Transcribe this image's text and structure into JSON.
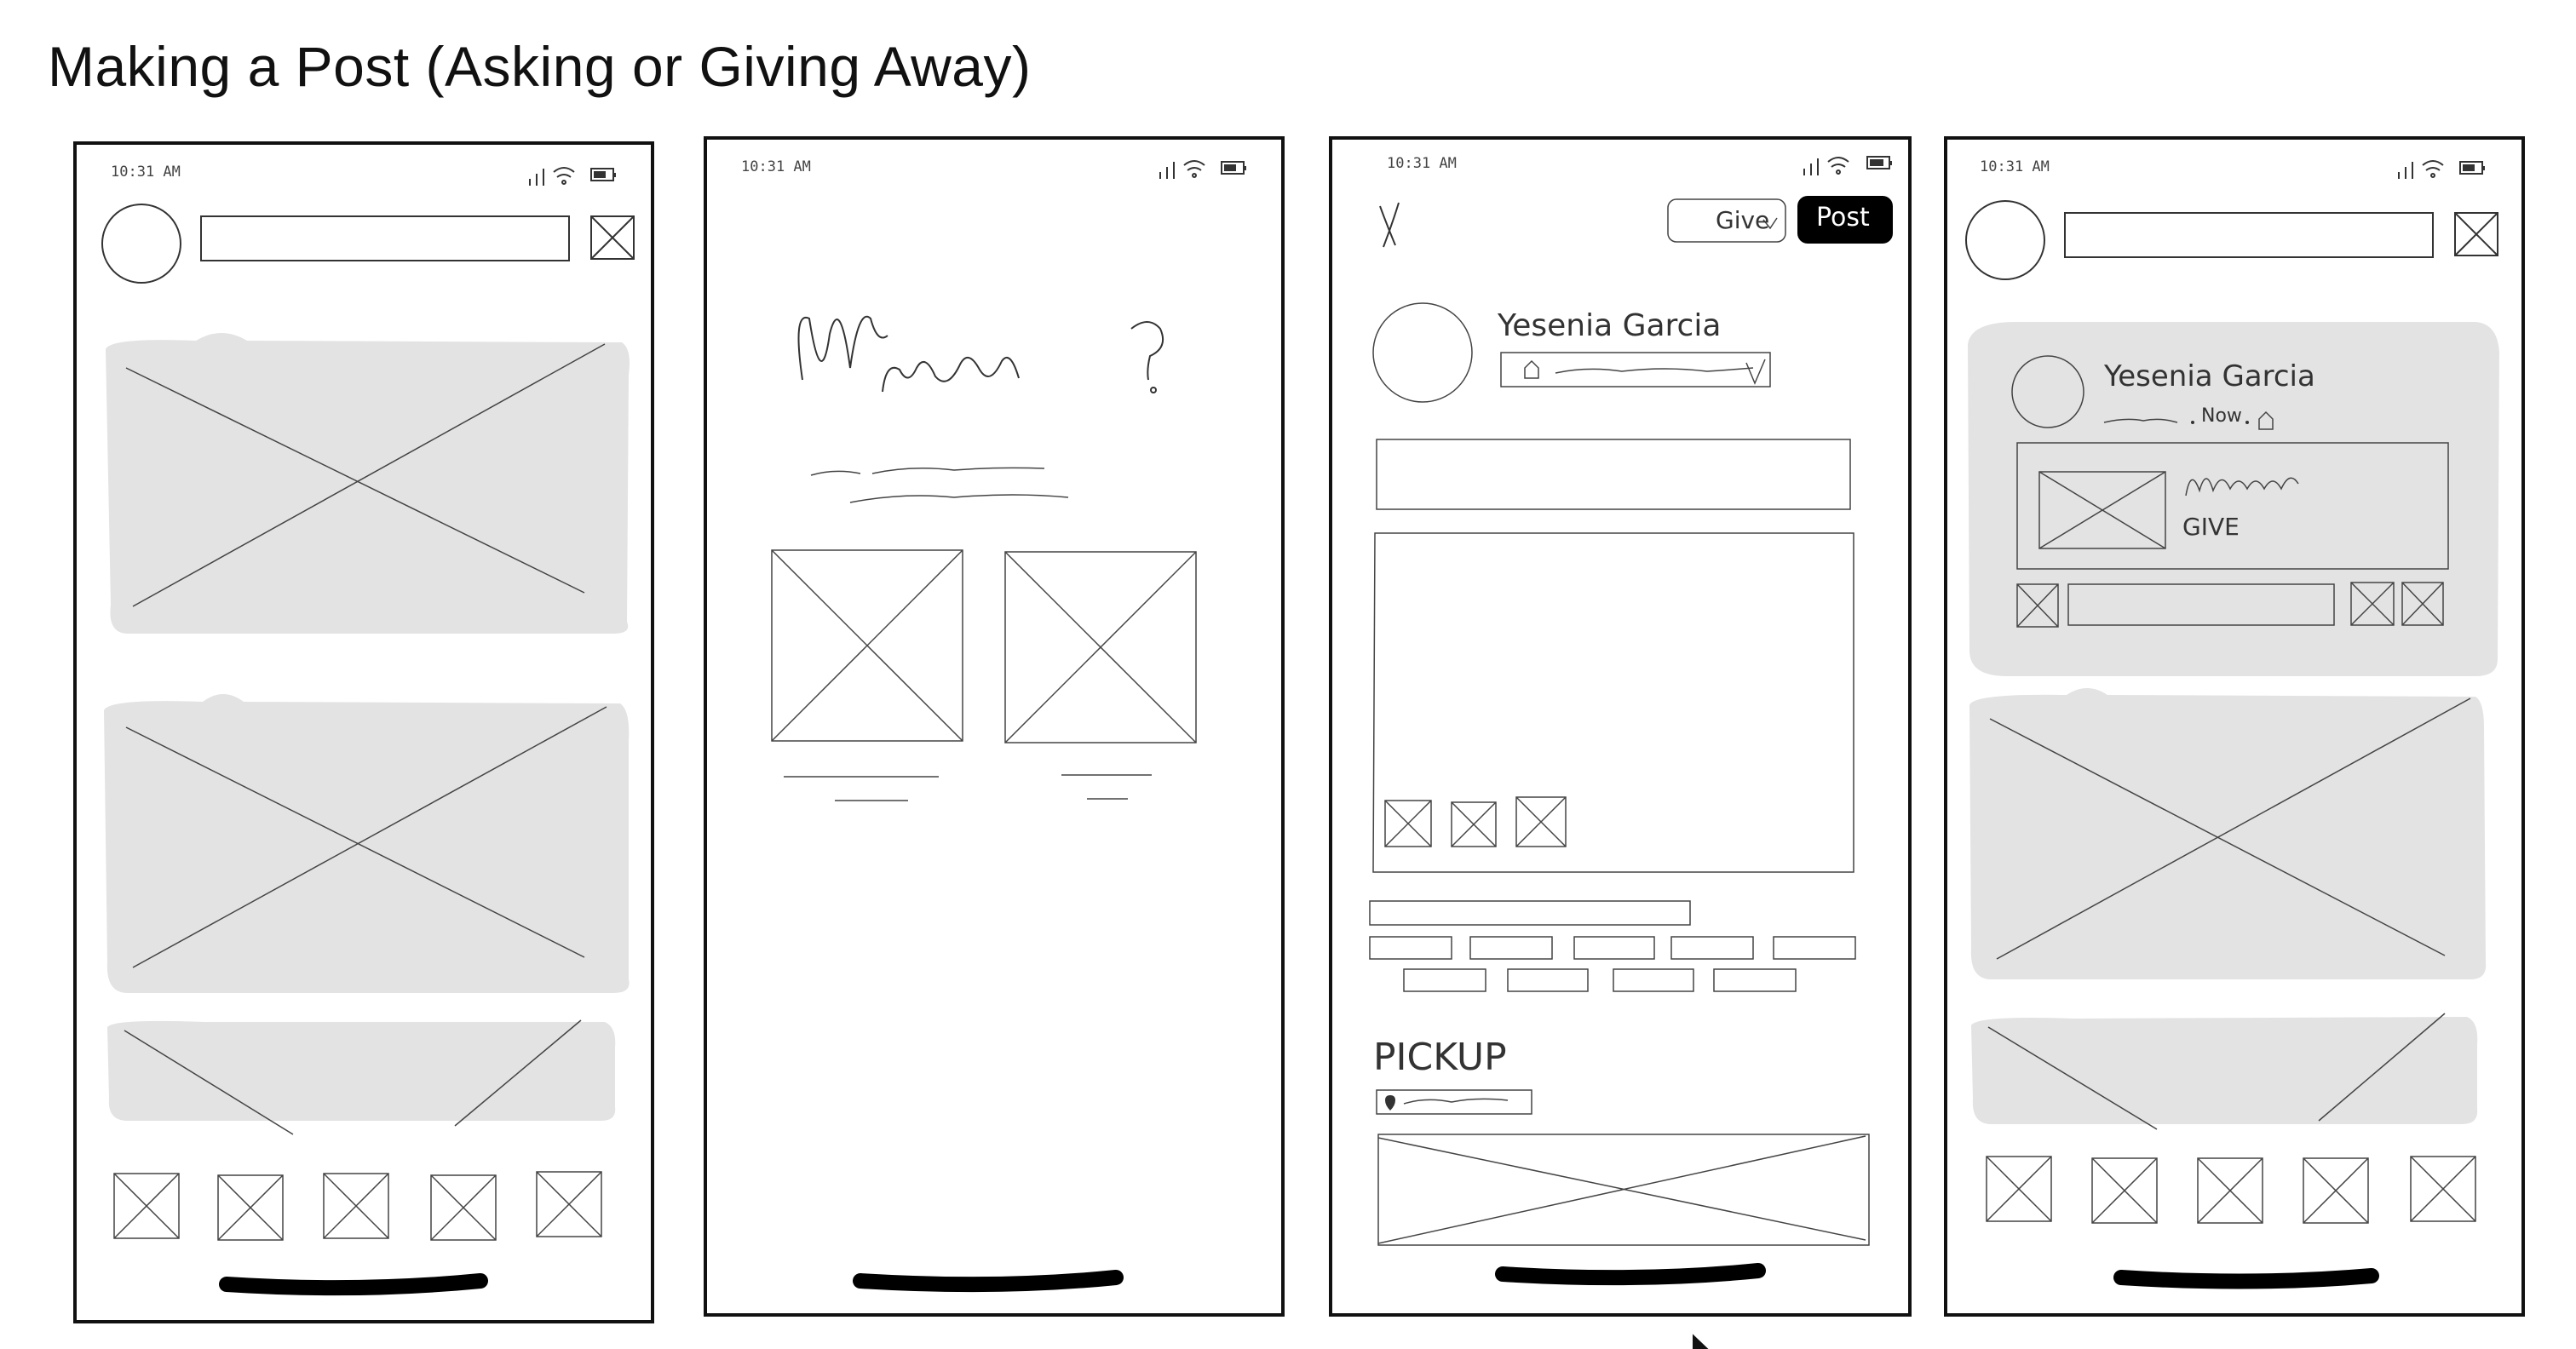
{
  "page": {
    "title": "Making a Post (Asking or Giving Away)"
  },
  "phones": {
    "p1": {
      "time": "10:31 AM"
    },
    "p2": {
      "time": "10:31 AM"
    },
    "p3": {
      "time": "10:31 AM",
      "give_label": "Give",
      "post_label": "Post",
      "user_name": "Yesenia Garcia",
      "pickup_label": "PICKUP"
    },
    "p4": {
      "time": "10:31 AM",
      "user_name": "Yesenia Garcia",
      "meta_now": "Now",
      "give_tag": "GIVE"
    }
  },
  "colors": {
    "card_gray": "#e3e3e3",
    "ink": "#111111",
    "post_button": "#000000"
  }
}
